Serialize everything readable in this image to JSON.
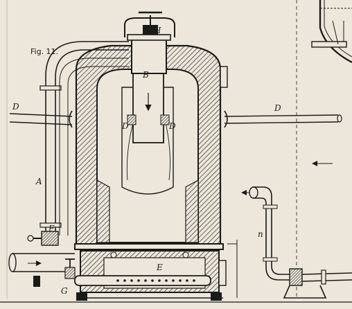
{
  "figure": {
    "caption": "Fig. 11.",
    "labels": {
      "H": "H",
      "B": "B",
      "D_left_pipe": "D",
      "D_right_pipe": "D",
      "D_inner_left": "D",
      "D_inner_right": "D",
      "A": "A",
      "F": "F",
      "E": "E",
      "G": "G",
      "n": "n"
    }
  },
  "colors": {
    "paper": "#ece7da",
    "ink": "#1a1a1a",
    "insulation": "#2a2a2a"
  }
}
